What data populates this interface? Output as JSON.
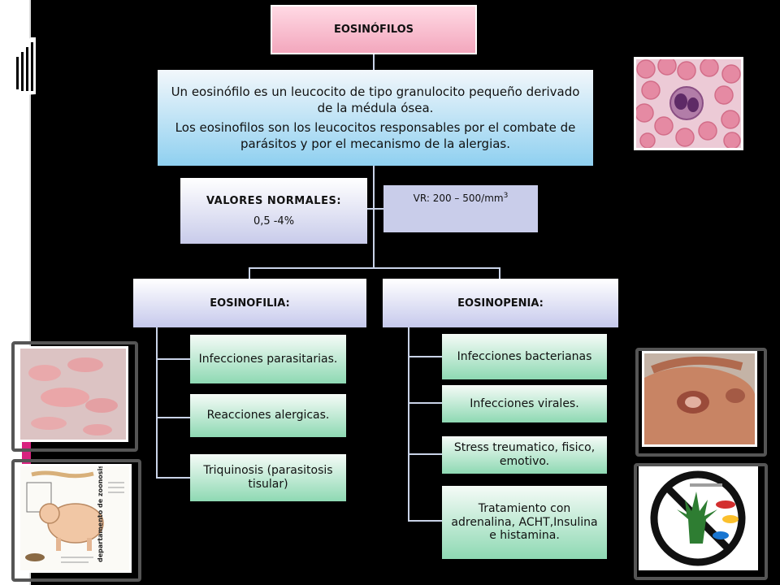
{
  "diagram": {
    "title": "EOSINÓFILOS",
    "definition": [
      "Un eosinófilo es un leucocito de tipo granulocito pequeño derivado de la médula ósea.",
      "Los eosinofilos son los leucocitos responsables por el combate de parásitos y por el mecanismo de la alergias."
    ],
    "normal_values": {
      "title": "VALORES NORMALES:",
      "value": "0,5 -4%"
    },
    "reference": {
      "text": "VR: 200 – 500/mm",
      "superscript": "3"
    },
    "eosinofilia": {
      "title": "EOSINOFILIA:",
      "items": [
        "Infecciones parasitarias.",
        "Reacciones alergicas.",
        "Triquinosis (parasitosis tisular)"
      ]
    },
    "eosinopenia": {
      "title": "EOSINOPENIA:",
      "items": [
        "Infecciones bacterianas",
        "Infecciones virales.",
        "Stress treumatico, fisico, emotivo.",
        "Tratamiento con adrenalina, ACHT,Insulina e histamina."
      ]
    }
  },
  "pig_illustration_label": "departamento de zoonosis",
  "colors": {
    "accent": "#d8227f",
    "background": "#000000"
  }
}
